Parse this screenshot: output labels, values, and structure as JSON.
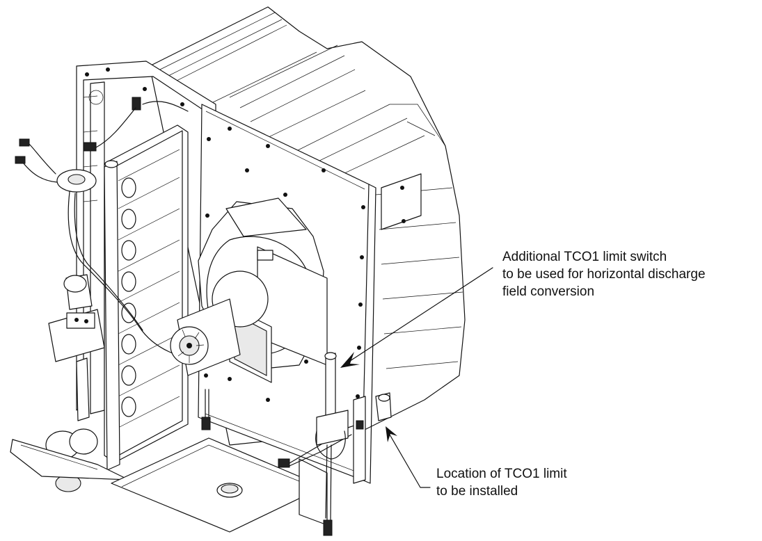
{
  "callouts": {
    "additional_tco1": {
      "lines": [
        "Additional TCO1 limit switch",
        "to be used for horizontal discharge",
        "field conversion"
      ]
    },
    "tco1_location": {
      "lines": [
        "Location of TCO1 limit",
        "to be installed"
      ]
    }
  }
}
